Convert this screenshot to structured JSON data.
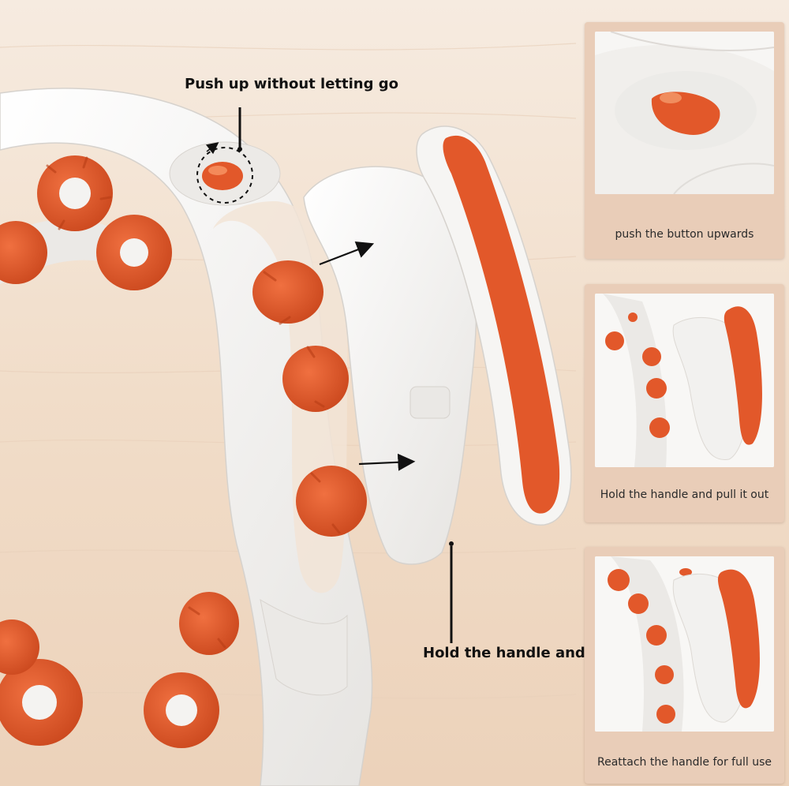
{
  "callouts": {
    "top": "Push up without letting go",
    "bottom": "Hold the handle and pull it out"
  },
  "steps": [
    {
      "caption": "push the button upwards"
    },
    {
      "caption": "Hold the handle and pull it out"
    },
    {
      "caption": "Reattach the handle for full use"
    }
  ],
  "colors": {
    "background": "#f3e3d4",
    "device_white": "#f4f3f1",
    "accent_orange": "#e2582a",
    "panel_border": "#e9cdb8"
  }
}
